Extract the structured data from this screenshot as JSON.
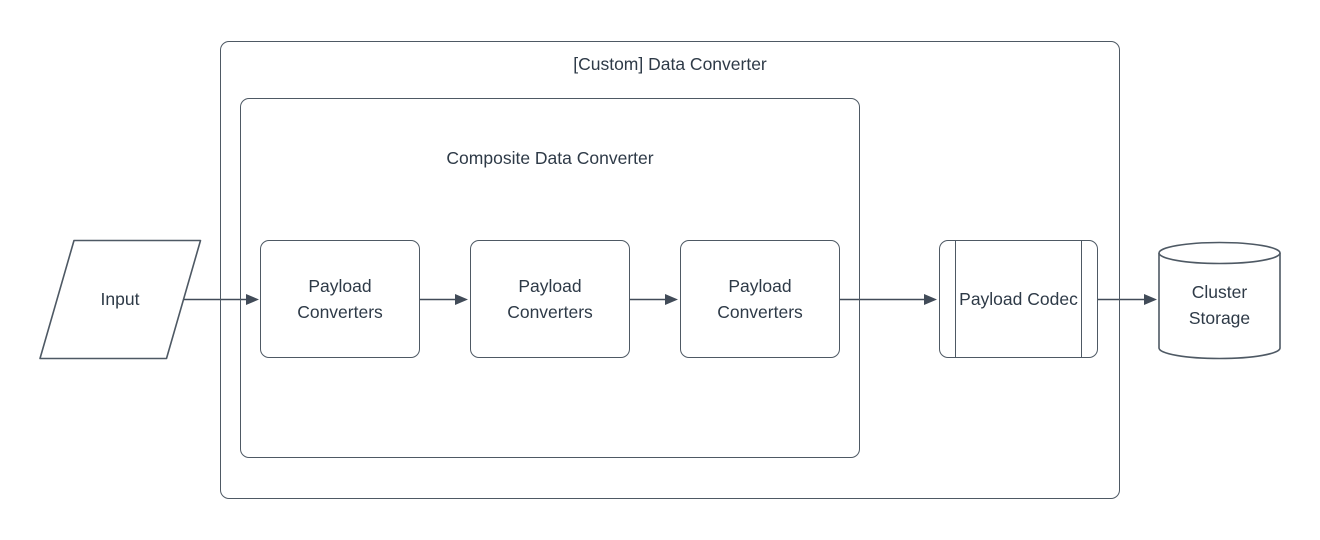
{
  "diagram": {
    "groups": {
      "custom_data_converter": {
        "label": "[Custom] Data Converter"
      },
      "composite_data_converter": {
        "label": "Composite Data Converter"
      }
    },
    "nodes": {
      "input": {
        "label": "Input",
        "shape": "parallelogram"
      },
      "payload_converter_1": {
        "label": "Payload Converters",
        "shape": "rounded-rectangle"
      },
      "payload_converter_2": {
        "label": "Payload Converters",
        "shape": "rounded-rectangle"
      },
      "payload_converter_3": {
        "label": "Payload Converters",
        "shape": "rounded-rectangle"
      },
      "payload_codec": {
        "label": "Payload Codec",
        "shape": "predefined-process"
      },
      "cluster_storage": {
        "label": "Cluster Storage",
        "shape": "cylinder"
      }
    },
    "edges": [
      {
        "from": "input",
        "to": "payload_converter_1"
      },
      {
        "from": "payload_converter_1",
        "to": "payload_converter_2"
      },
      {
        "from": "payload_converter_2",
        "to": "payload_converter_3"
      },
      {
        "from": "payload_converter_3",
        "to": "payload_codec"
      },
      {
        "from": "payload_codec",
        "to": "cluster_storage"
      }
    ],
    "colors": {
      "stroke": "#4e5964",
      "text": "#2e3a47",
      "background": "#ffffff"
    }
  }
}
